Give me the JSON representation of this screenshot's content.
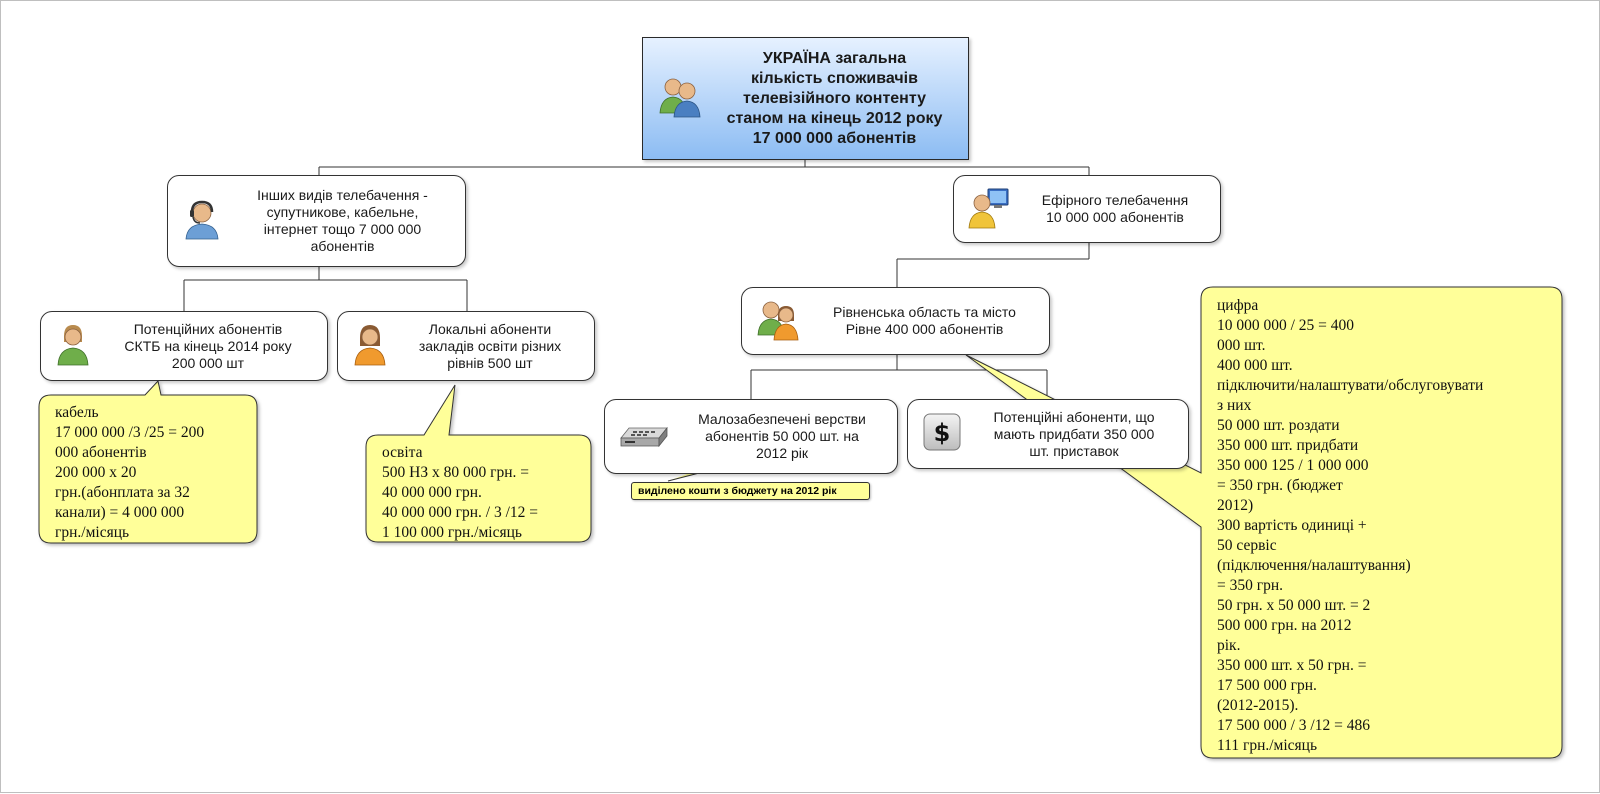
{
  "colors": {
    "callout_fill": "#ffff99",
    "callout_edge": "#333333",
    "root_fill_top": "#e6f1ff",
    "root_fill_bottom": "#8cbcf3",
    "connector": "#333333"
  },
  "root": {
    "icon": "users-icon",
    "lines": [
      "УКРАЇНА загальна",
      "кількість споживачів",
      "телевізійного контенту",
      "станом на кінець 2012 року",
      "17 000 000 абонентів"
    ]
  },
  "other_tv": {
    "icon": "support-agent-icon",
    "lines": [
      "Інших видів телебачення -",
      "супутникове, кабельне,",
      "інтернет тощо 7 000 000",
      "абонентів"
    ]
  },
  "air_tv": {
    "icon": "computer-user-icon",
    "lines": [
      "Ефірного телебачення",
      "10 000 000 абонентів"
    ]
  },
  "sktb": {
    "icon": "user-icon",
    "lines": [
      "Потенційних абонентів",
      "СКТБ на кінець 2014 року",
      "200 000 шт"
    ]
  },
  "local": {
    "icon": "user-icon",
    "lines": [
      "Локальні абоненти",
      "закладів освіти різних",
      "рівнів 500 шт"
    ]
  },
  "rivne": {
    "icon": "users-icon",
    "lines": [
      "Рівненська область та місто",
      "Рівне 400 000 абонентів"
    ]
  },
  "poor": {
    "icon": "set-top-box-icon",
    "lines": [
      "Малозабезпечені верстви",
      "абонентів 50 000 шт. на",
      "2012 рік"
    ]
  },
  "potential": {
    "icon": "dollar-icon",
    "lines": [
      "Потенційні абоненти, що",
      "мають придбати 350 000",
      "шт. приставок"
    ]
  },
  "budget_tag": "виділено кошти з бюджету на 2012 рік",
  "callout_cable": "кабель\n17 000 000 /3 /25 = 200\n000 абонентів\n200 000 х 20\nгрн.(абонплата за 32\nканали) = 4 000 000\nгрн./місяць",
  "callout_edu": "освіта\n500 НЗ х 80 000 грн. =\n40 000 000 грн.\n40 000 000 грн. / 3 /12 =\n1 100 000 грн./місяць",
  "callout_digit": "цифра\n10 000 000 / 25 = 400\n000 шт.\n400 000 шт.\nпідключити/налаштувати/обслуговувати\nз них\n50 000 шт. роздати\n350 000 шт. придбати\n350 000 125 / 1 000 000\n= 350 грн. (бюджет\n2012)\n300 вартість одиниці +\n50 сервіс\n(підключення/налаштування)\n= 350 грн.\n50 грн. х 50 000 шт. = 2\n500 000 грн. на 2012\nрік.\n350 000 шт. х 50 грн. =\n17 500 000 грн.\n(2012-2015).\n17 500 000 / 3 /12 = 486\n111 грн./місяць"
}
